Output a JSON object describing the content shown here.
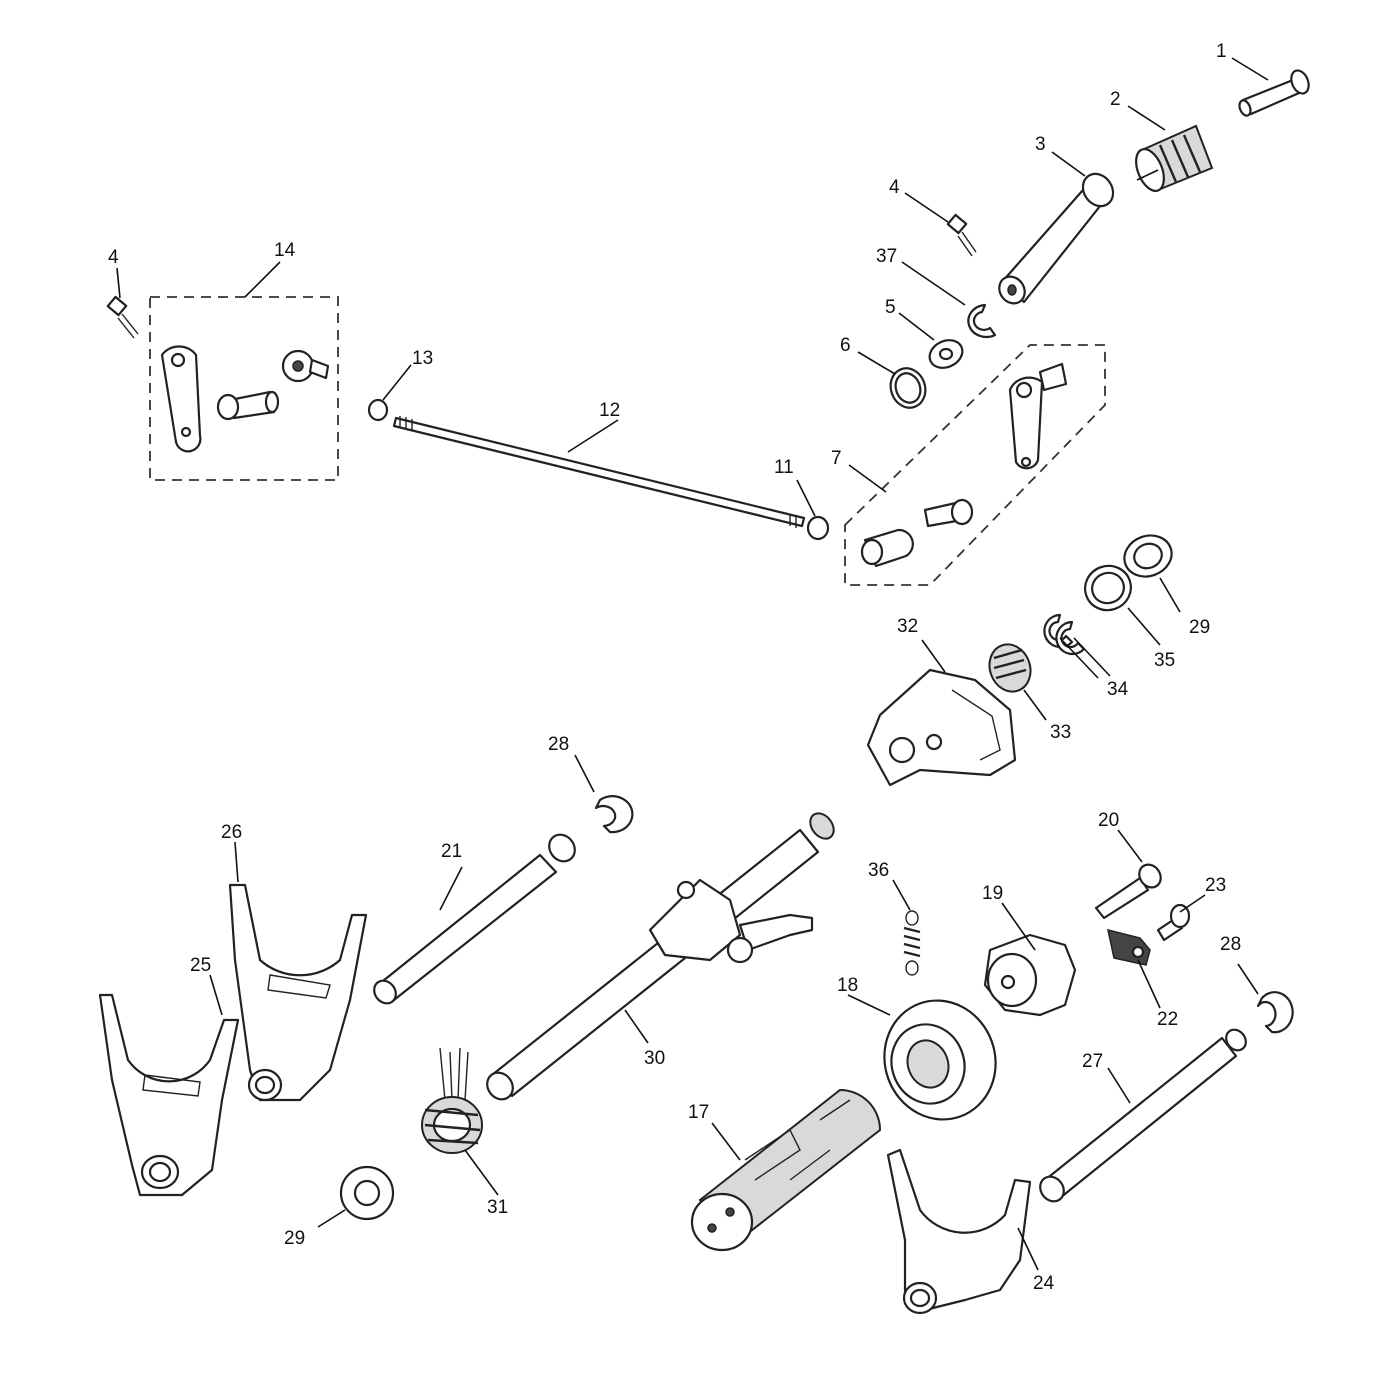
{
  "diagram": {
    "callouts": [
      {
        "id": "c1",
        "label": "1"
      },
      {
        "id": "c2",
        "label": "2"
      },
      {
        "id": "c3",
        "label": "3"
      },
      {
        "id": "c4a",
        "label": "4"
      },
      {
        "id": "c4b",
        "label": "4"
      },
      {
        "id": "c5",
        "label": "5"
      },
      {
        "id": "c6",
        "label": "6"
      },
      {
        "id": "c7",
        "label": "7"
      },
      {
        "id": "c11",
        "label": "11"
      },
      {
        "id": "c12",
        "label": "12"
      },
      {
        "id": "c13",
        "label": "13"
      },
      {
        "id": "c14",
        "label": "14"
      },
      {
        "id": "c17",
        "label": "17"
      },
      {
        "id": "c18",
        "label": "18"
      },
      {
        "id": "c19",
        "label": "19"
      },
      {
        "id": "c20",
        "label": "20"
      },
      {
        "id": "c21",
        "label": "21"
      },
      {
        "id": "c22",
        "label": "22"
      },
      {
        "id": "c23",
        "label": "23"
      },
      {
        "id": "c24",
        "label": "24"
      },
      {
        "id": "c25",
        "label": "25"
      },
      {
        "id": "c26",
        "label": "26"
      },
      {
        "id": "c27",
        "label": "27"
      },
      {
        "id": "c28a",
        "label": "28"
      },
      {
        "id": "c28b",
        "label": "28"
      },
      {
        "id": "c29a",
        "label": "29"
      },
      {
        "id": "c29b",
        "label": "29"
      },
      {
        "id": "c30",
        "label": "30"
      },
      {
        "id": "c31",
        "label": "31"
      },
      {
        "id": "c32",
        "label": "32"
      },
      {
        "id": "c33",
        "label": "33"
      },
      {
        "id": "c34",
        "label": "34"
      },
      {
        "id": "c35",
        "label": "35"
      },
      {
        "id": "c36",
        "label": "36"
      },
      {
        "id": "c37",
        "label": "37"
      }
    ]
  }
}
